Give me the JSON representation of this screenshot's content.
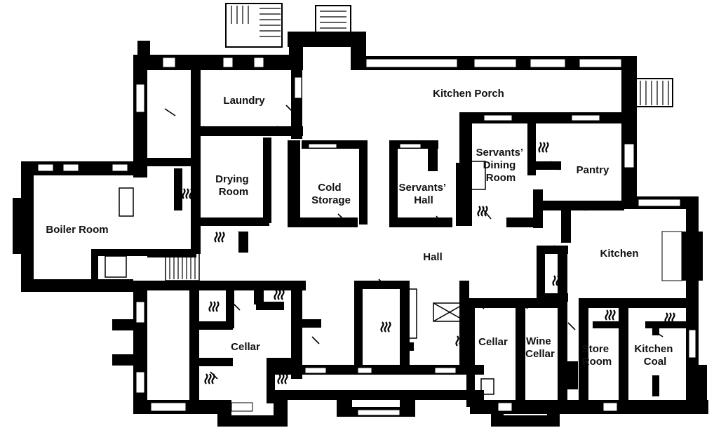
{
  "plan": {
    "rooms": [
      {
        "key": "laundry",
        "lines": [
          "Laundry"
        ]
      },
      {
        "key": "kitchen-porch",
        "lines": [
          "Kitchen Porch"
        ]
      },
      {
        "key": "drying-room",
        "lines": [
          "Drying",
          "Room"
        ]
      },
      {
        "key": "boiler-room",
        "lines": [
          "Boiler Room"
        ]
      },
      {
        "key": "cold-storage",
        "lines": [
          "Cold",
          "Storage"
        ]
      },
      {
        "key": "servants-hall",
        "lines": [
          "Servants’",
          "Hall"
        ]
      },
      {
        "key": "servants-dining-room",
        "lines": [
          "Servants’",
          "Dining",
          "Room"
        ]
      },
      {
        "key": "pantry",
        "lines": [
          "Pantry"
        ]
      },
      {
        "key": "hall",
        "lines": [
          "Hall"
        ]
      },
      {
        "key": "kitchen",
        "lines": [
          "Kitchen"
        ]
      },
      {
        "key": "cellar-west",
        "lines": [
          "Cellar"
        ]
      },
      {
        "key": "cellar-east",
        "lines": [
          "Cellar"
        ]
      },
      {
        "key": "wine-cellar",
        "lines": [
          "Wine",
          "Cellar"
        ]
      },
      {
        "key": "store-room",
        "lines": [
          "Store",
          "Room"
        ]
      },
      {
        "key": "kitchen-coal",
        "lines": [
          "Kitchen",
          "Coal"
        ]
      }
    ],
    "heat_symbols": 13,
    "colors": {
      "wall": "#000000",
      "background": "#ffffff"
    }
  }
}
